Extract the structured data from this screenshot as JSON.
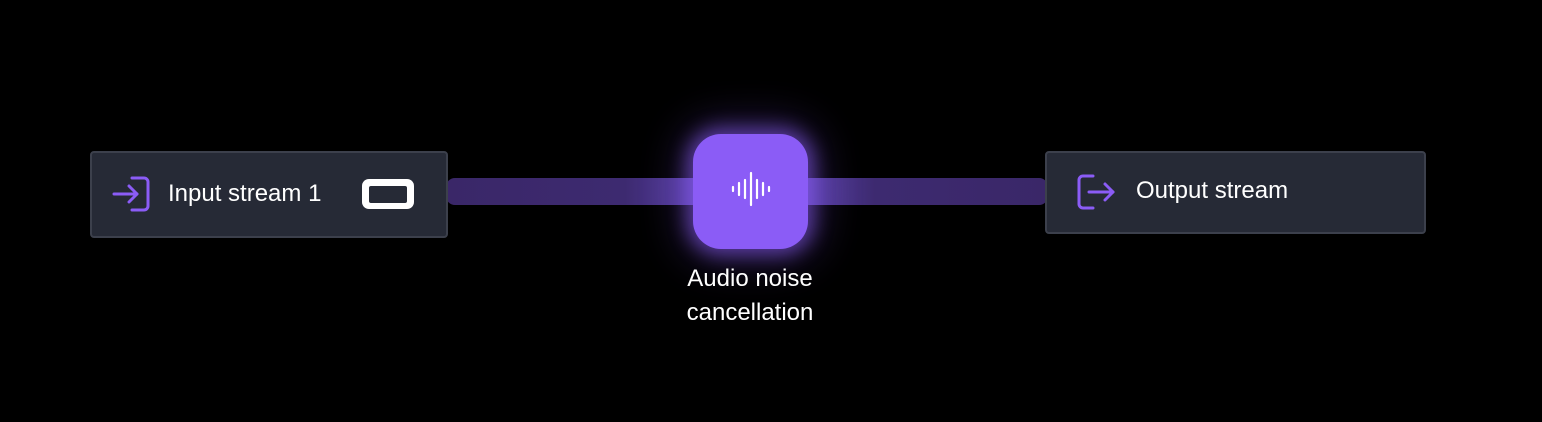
{
  "input_node": {
    "label": "Input stream 1",
    "icon": "login-arrow-icon",
    "badge_icon": "rectangle-badge-icon"
  },
  "processor": {
    "icon": "audio-waveform-icon",
    "label_line1": "Audio noise",
    "label_line2": "cancellation"
  },
  "output_node": {
    "label": "Output stream",
    "icon": "logout-arrow-icon"
  },
  "colors": {
    "background": "#000000",
    "node_fill": "#262a36",
    "node_border": "#3c404c",
    "accent": "#8b5cf6",
    "connector": "#3a2768",
    "text": "#ffffff"
  }
}
